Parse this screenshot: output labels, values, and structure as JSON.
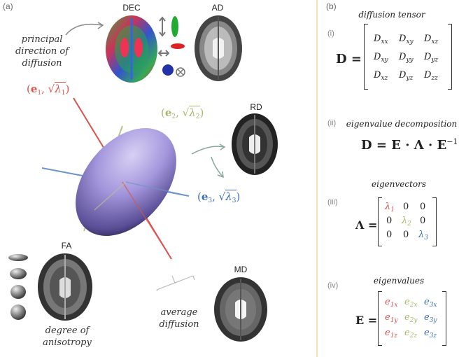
{
  "panel_a": {
    "label": "(a)",
    "dec": {
      "title": "DEC"
    },
    "ad": {
      "title": "AD"
    },
    "rd": {
      "title": "RD"
    },
    "fa": {
      "title": "FA"
    },
    "md": {
      "title": "MD"
    },
    "principal_direction": "principal direction of diffusion",
    "average_diffusion": "average diffusion",
    "degree_anisotropy": "degree of anisotropy",
    "axis_e1": {
      "vec": "e",
      "idx": "1",
      "lam": "λ",
      "lamidx": "1",
      "color": "#d9534f"
    },
    "axis_e2": {
      "vec": "e",
      "idx": "2",
      "lam": "λ",
      "lamidx": "2",
      "color": "#a8b86a"
    },
    "axis_e3": {
      "vec": "e",
      "idx": "3",
      "lam": "λ",
      "lamidx": "3",
      "color": "#3b6fb0"
    },
    "ellipsoid_color": "#9b8fd6"
  },
  "panel_b": {
    "label": "(b)",
    "i": {
      "num": "(i)",
      "title": "diffusion tensor",
      "lhs": "D =",
      "cells": [
        [
          "D",
          "xx"
        ],
        [
          "D",
          "xy"
        ],
        [
          "D",
          "xz"
        ],
        [
          "D",
          "xy"
        ],
        [
          "D",
          "yy"
        ],
        [
          "D",
          "yz"
        ],
        [
          "D",
          "xz"
        ],
        [
          "D",
          "yz"
        ],
        [
          "D",
          "zz"
        ]
      ]
    },
    "ii": {
      "num": "(ii)",
      "title": "eigenvalue decomposition",
      "eq_a": "D = E · Λ · E",
      "eq_sup": "−1"
    },
    "iii": {
      "num": "(iii)",
      "title": "eigenvectors",
      "lhs": "Λ =",
      "cells": [
        [
          "λ",
          "1",
          "#d9534f"
        ],
        [
          "0",
          "",
          ""
        ],
        [
          "0",
          "",
          ""
        ],
        [
          "0",
          "",
          ""
        ],
        [
          "λ",
          "2",
          "#a8b86a"
        ],
        [
          "0",
          "",
          ""
        ],
        [
          "0",
          "",
          ""
        ],
        [
          "0",
          "",
          ""
        ],
        [
          "λ",
          "3",
          "#3b6fb0"
        ]
      ]
    },
    "iv": {
      "num": "(iv)",
      "title": "eigenvalues",
      "lhs": "E =",
      "cells": [
        [
          "e",
          "1x",
          "#d9534f"
        ],
        [
          "e",
          "2x",
          "#a8b86a"
        ],
        [
          "e",
          "3x",
          "#3b6fb0"
        ],
        [
          "e",
          "1y",
          "#d9534f"
        ],
        [
          "e",
          "2y",
          "#a8b86a"
        ],
        [
          "e",
          "3y",
          "#3b6fb0"
        ],
        [
          "e",
          "1z",
          "#d9534f"
        ],
        [
          "e",
          "2z",
          "#a8b86a"
        ],
        [
          "e",
          "3z",
          "#3b6fb0"
        ]
      ]
    }
  }
}
